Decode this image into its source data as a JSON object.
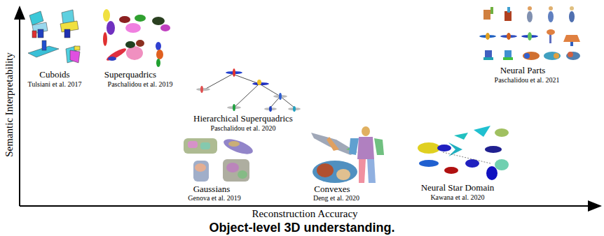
{
  "diagram": {
    "caption": "Object-level 3D understanding.",
    "labels": [
      "Semantic Interpretability",
      "Cuboids",
      "Tulsiani et al. 2017",
      "Superquadrics",
      "Paschalidou et al. 2019",
      "Hierarchical Superquadrics",
      "Paschalidou et al. 2020",
      "Gaussians",
      "Genova et al. 2019",
      "Convexes",
      "Deng et al. 2020",
      "Neural Star Domain",
      "Kawana et al. 2020",
      "Neural Parts",
      "Paschalidou et al. 2021",
      "Reconstruction Accuracy"
    ]
  }
}
